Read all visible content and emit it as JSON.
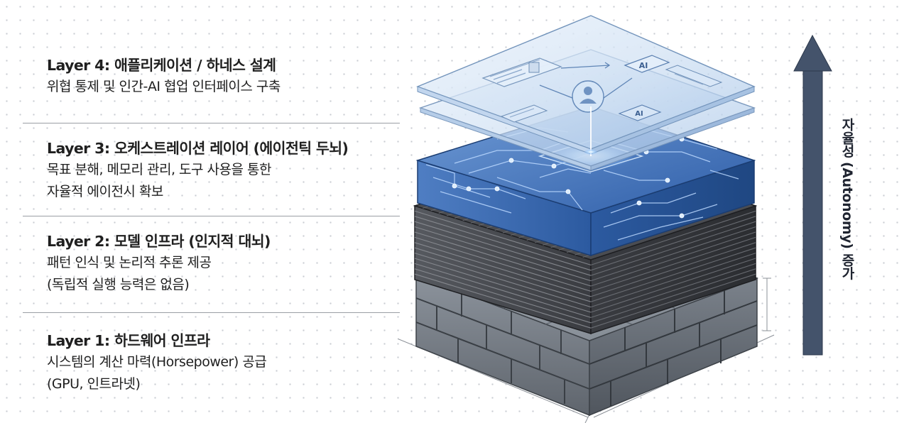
{
  "layers": [
    {
      "title": "Layer 4: 애플리케이션 / 하네스 설계",
      "desc": [
        "위협 통제 및 인간-AI 협업 인터페이스 구축"
      ]
    },
    {
      "title": "Layer 3: 오케스트레이션 레이어 (에이전틱 두뇌)",
      "desc": [
        "목표 분해, 메모리 관리, 도구 사용을 통한",
        "자율적 에이전시 확보"
      ]
    },
    {
      "title": "Layer 2: 모델 인프라 (인지적 대뇌)",
      "desc": [
        "패턴 인식 및 논리적 추론 제공",
        "(독립적 실행 능력은 없음)"
      ]
    },
    {
      "title": "Layer 1: 하드웨어 인프라",
      "desc": [
        "시스템의 계산 마력(Horsepower) 공급",
        "(GPU, 인트라넷)"
      ]
    }
  ],
  "axis": {
    "label": "자율성 (Autonomy) 증가"
  },
  "icons": {
    "ai_chip": "AI",
    "ai_badge": "AI"
  },
  "colors": {
    "text": "#1f1f1f",
    "glass": "#cfe0f3",
    "circuit": "#3d6fb5",
    "circuit_light": "#bcd9ff",
    "dark_stack": "#3b3d42",
    "stone": "#8e959e",
    "arrow": "#44536b"
  }
}
